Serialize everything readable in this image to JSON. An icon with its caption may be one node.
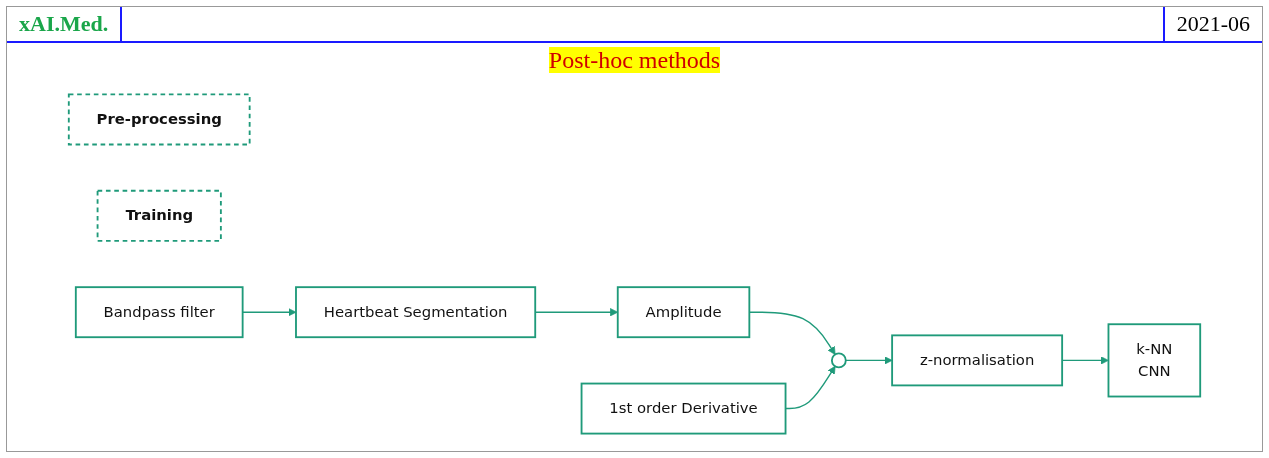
{
  "diagram": {
    "title": "Post-hoc methods",
    "nodes": [
      {
        "text": [
          "Pre-processing"
        ]
      },
      {
        "text": [
          "Training"
        ]
      },
      {
        "text": [
          "Bandpass filter"
        ]
      },
      {
        "text": [
          "Heartbeat Segmentation"
        ]
      },
      {
        "text": [
          "Amplitude"
        ]
      },
      {
        "text": [
          "z-normalisation"
        ]
      },
      {
        "text": [
          "k-NN",
          "CNN"
        ]
      },
      {
        "text": [],
        "shape": "circle"
      },
      {
        "text": [
          "1st order Derivative"
        ]
      }
    ],
    "edges": [
      {
        "from": 2,
        "to": 3,
        "arrow": "to"
      },
      {
        "from": 3,
        "to": 4,
        "arrow": "to"
      },
      {
        "from": 4,
        "to": 7,
        "arrow": "to"
      },
      {
        "from": 8,
        "to": 7,
        "arrow": "to"
      },
      {
        "from": 7,
        "to": 5,
        "arrow": "to"
      },
      {
        "from": 5,
        "to": 6,
        "arrow": "to"
      }
    ],
    "labels": [
      "xAI.Med.",
      "2021-06"
    ]
  }
}
